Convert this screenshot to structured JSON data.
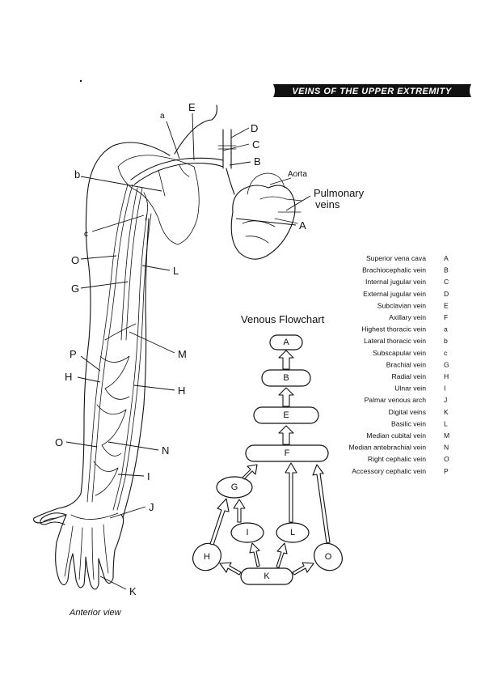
{
  "banner": {
    "title": "VEINS OF THE UPPER EXTREMITY"
  },
  "diagram_labels": {
    "a": "a",
    "E": "E",
    "D": "D",
    "C": "C",
    "B": "B",
    "b": "b",
    "c": "c",
    "O_upper": "O",
    "L": "L",
    "G": "G",
    "M": "M",
    "P": "P",
    "H_left": "H",
    "H_right": "H",
    "O_lower": "O",
    "N": "N",
    "I": "I",
    "J": "J",
    "K": "K",
    "A": "A",
    "aorta": "Aorta",
    "pulmonary_line1": "Pulmonary",
    "pulmonary_line2": "veins"
  },
  "flowchart": {
    "title": "Venous Flowchart",
    "nodes": {
      "A": "A",
      "B": "B",
      "E": "E",
      "F": "F",
      "G": "G",
      "I": "I",
      "L": "L",
      "H": "H",
      "K": "K",
      "O": "O"
    }
  },
  "legend": [
    {
      "name": "Superior vena cava",
      "key": "A"
    },
    {
      "name": "Brachiocephalic vein",
      "key": "B"
    },
    {
      "name": "Internal jugular vein",
      "key": "C"
    },
    {
      "name": "External jugular vein",
      "key": "D"
    },
    {
      "name": "Subclavian vein",
      "key": "E"
    },
    {
      "name": "Axillary vein",
      "key": "F"
    },
    {
      "name": "Highest thoracic vein",
      "key": "a"
    },
    {
      "name": "Lateral thoracic vein",
      "key": "b"
    },
    {
      "name": "Subscapular vein",
      "key": "c"
    },
    {
      "name": "Brachial vein",
      "key": "G"
    },
    {
      "name": "Radial vein",
      "key": "H"
    },
    {
      "name": "Ulnar vein",
      "key": "I"
    },
    {
      "name": "Palmar venous arch",
      "key": "J"
    },
    {
      "name": "Digital veins",
      "key": "K"
    },
    {
      "name": "Basilic vein",
      "key": "L"
    },
    {
      "name": "Median cubital vein",
      "key": "M"
    },
    {
      "name": "Median antebrachial vein",
      "key": "N"
    },
    {
      "name": "Right cephalic vein",
      "key": "O"
    },
    {
      "name": "Accessory cephalic vein",
      "key": "P"
    }
  ],
  "caption": "Anterior view"
}
